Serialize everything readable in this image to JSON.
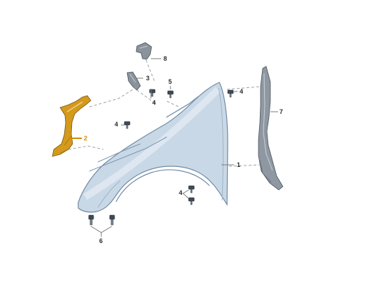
{
  "diagram": {
    "callouts": [
      {
        "id": "1",
        "text": "1"
      },
      {
        "id": "2",
        "text": "2",
        "highlight": true
      },
      {
        "id": "3",
        "text": "3"
      },
      {
        "id": "4a",
        "text": "4"
      },
      {
        "id": "4b",
        "text": "4"
      },
      {
        "id": "4c",
        "text": "4"
      },
      {
        "id": "4d",
        "text": "4"
      },
      {
        "id": "5",
        "text": "5"
      },
      {
        "id": "6",
        "text": "6"
      },
      {
        "id": "7",
        "text": "7"
      },
      {
        "id": "8",
        "text": "8"
      }
    ],
    "colors": {
      "fender": "#c9d8e6",
      "fender_edge": "#6f8aa3",
      "highlight_part": "#d39a1b",
      "liner": "#8f98a2",
      "bracket": "#8a939c"
    }
  }
}
